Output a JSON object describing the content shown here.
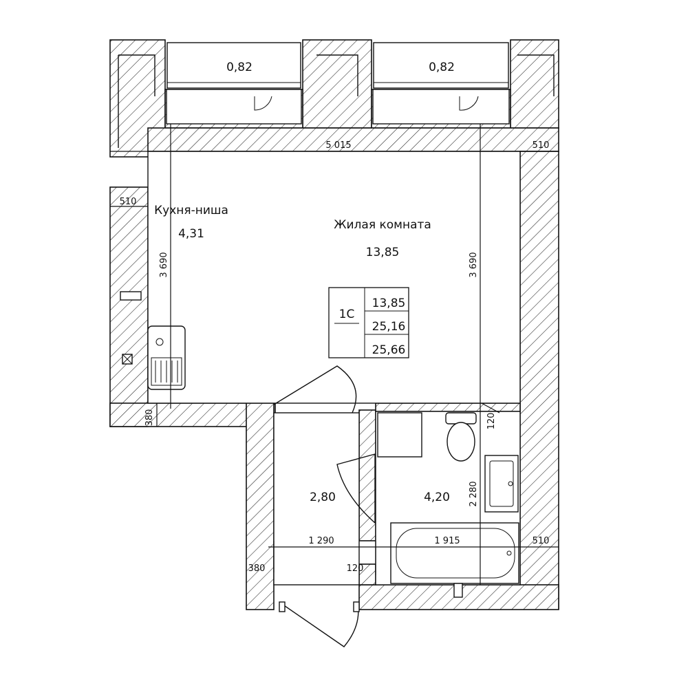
{
  "rooms": {
    "kitchen": {
      "label": "Кухня-ниша",
      "area": "4,31"
    },
    "living": {
      "label": "Жилая комната",
      "area": "13,85"
    },
    "hall": {
      "area": "2,80"
    },
    "bath": {
      "area": "4,20"
    },
    "balcony_left": {
      "area": "0,82"
    },
    "balcony_right": {
      "area": "0,82"
    }
  },
  "summary": {
    "type": "1С",
    "living_area": "13,85",
    "total_area": "25,16",
    "total_with_balcony": "25,66"
  },
  "dimensions": {
    "top_width": "5 015",
    "top_wall": "510",
    "left_wall": "510",
    "left_height": "3 690",
    "right_height": "3 690",
    "kitchen_bottom": "380",
    "bath_gap": "120",
    "bath_height": "2 280",
    "hall_width": "1 290",
    "bath_width": "1 915",
    "bath_wall": "510",
    "hall_bottom": "380",
    "partition": "120"
  }
}
